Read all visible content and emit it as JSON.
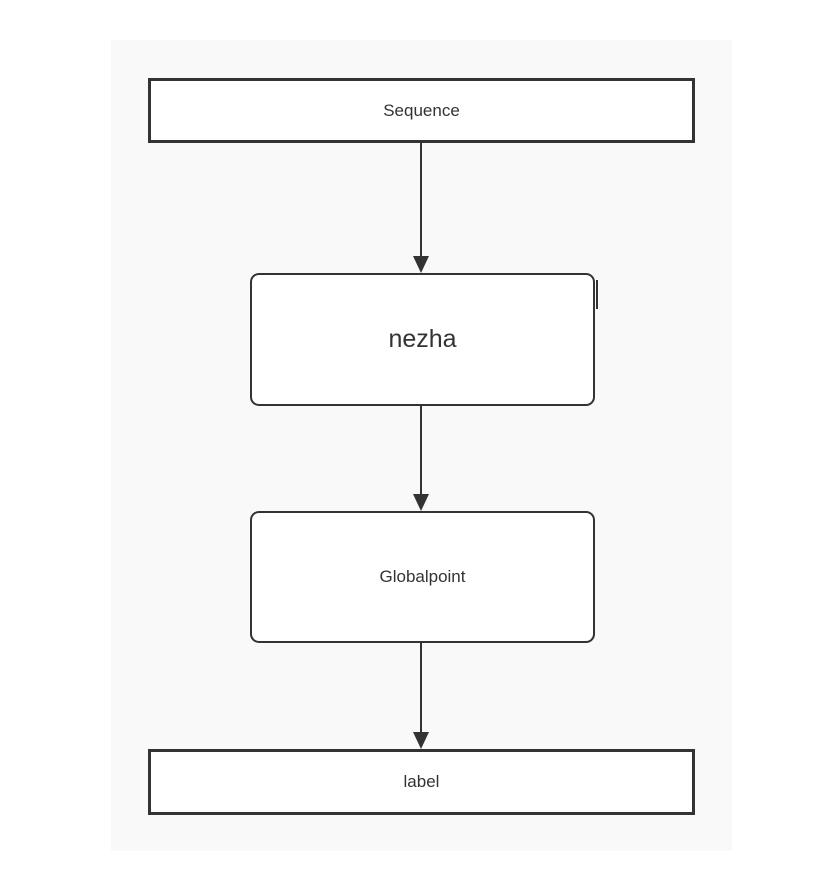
{
  "diagram": {
    "type": "flowchart",
    "direction": "top-to-bottom",
    "nodes": [
      {
        "id": "sequence",
        "label": "Sequence",
        "shape": "rectangle"
      },
      {
        "id": "nezha",
        "label": "nezha",
        "shape": "rounded-rectangle"
      },
      {
        "id": "globalpoint",
        "label": "Globalpoint",
        "shape": "rounded-rectangle"
      },
      {
        "id": "label",
        "label": "label",
        "shape": "rectangle"
      }
    ],
    "edges": [
      {
        "from": "sequence",
        "to": "nezha",
        "style": "solid-arrow"
      },
      {
        "from": "nezha",
        "to": "globalpoint",
        "style": "solid-arrow"
      },
      {
        "from": "globalpoint",
        "to": "label",
        "style": "solid-arrow"
      }
    ],
    "colors": {
      "canvas_background": "#f9f9f9",
      "page_background": "#ffffff",
      "node_fill": "#ffffff",
      "stroke": "#333333",
      "text": "#333333"
    }
  }
}
